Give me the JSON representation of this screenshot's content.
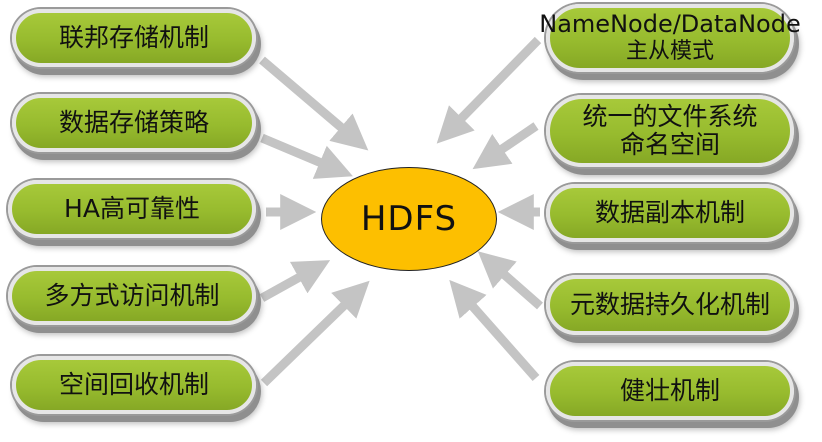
{
  "diagram": {
    "center": {
      "label": "HDFS",
      "color": "#fdbf00"
    },
    "left_nodes": [
      {
        "label": "联邦存储机制"
      },
      {
        "label": "数据存储策略"
      },
      {
        "label": "HA高可靠性"
      },
      {
        "label": "多方式访问机制"
      },
      {
        "label": "空间回收机制"
      }
    ],
    "right_nodes": [
      {
        "line1": "NameNode/DataNode",
        "line2": "主从模式"
      },
      {
        "line1": "统一的文件系统",
        "line2": "命名空间"
      },
      {
        "label": "数据副本机制"
      },
      {
        "label": "元数据持久化机制"
      },
      {
        "label": "健壮机制"
      }
    ],
    "colors": {
      "node_fill": "#9bbf30",
      "arrow": "#c4c4c4",
      "node_border": "#e6e6e6"
    }
  }
}
